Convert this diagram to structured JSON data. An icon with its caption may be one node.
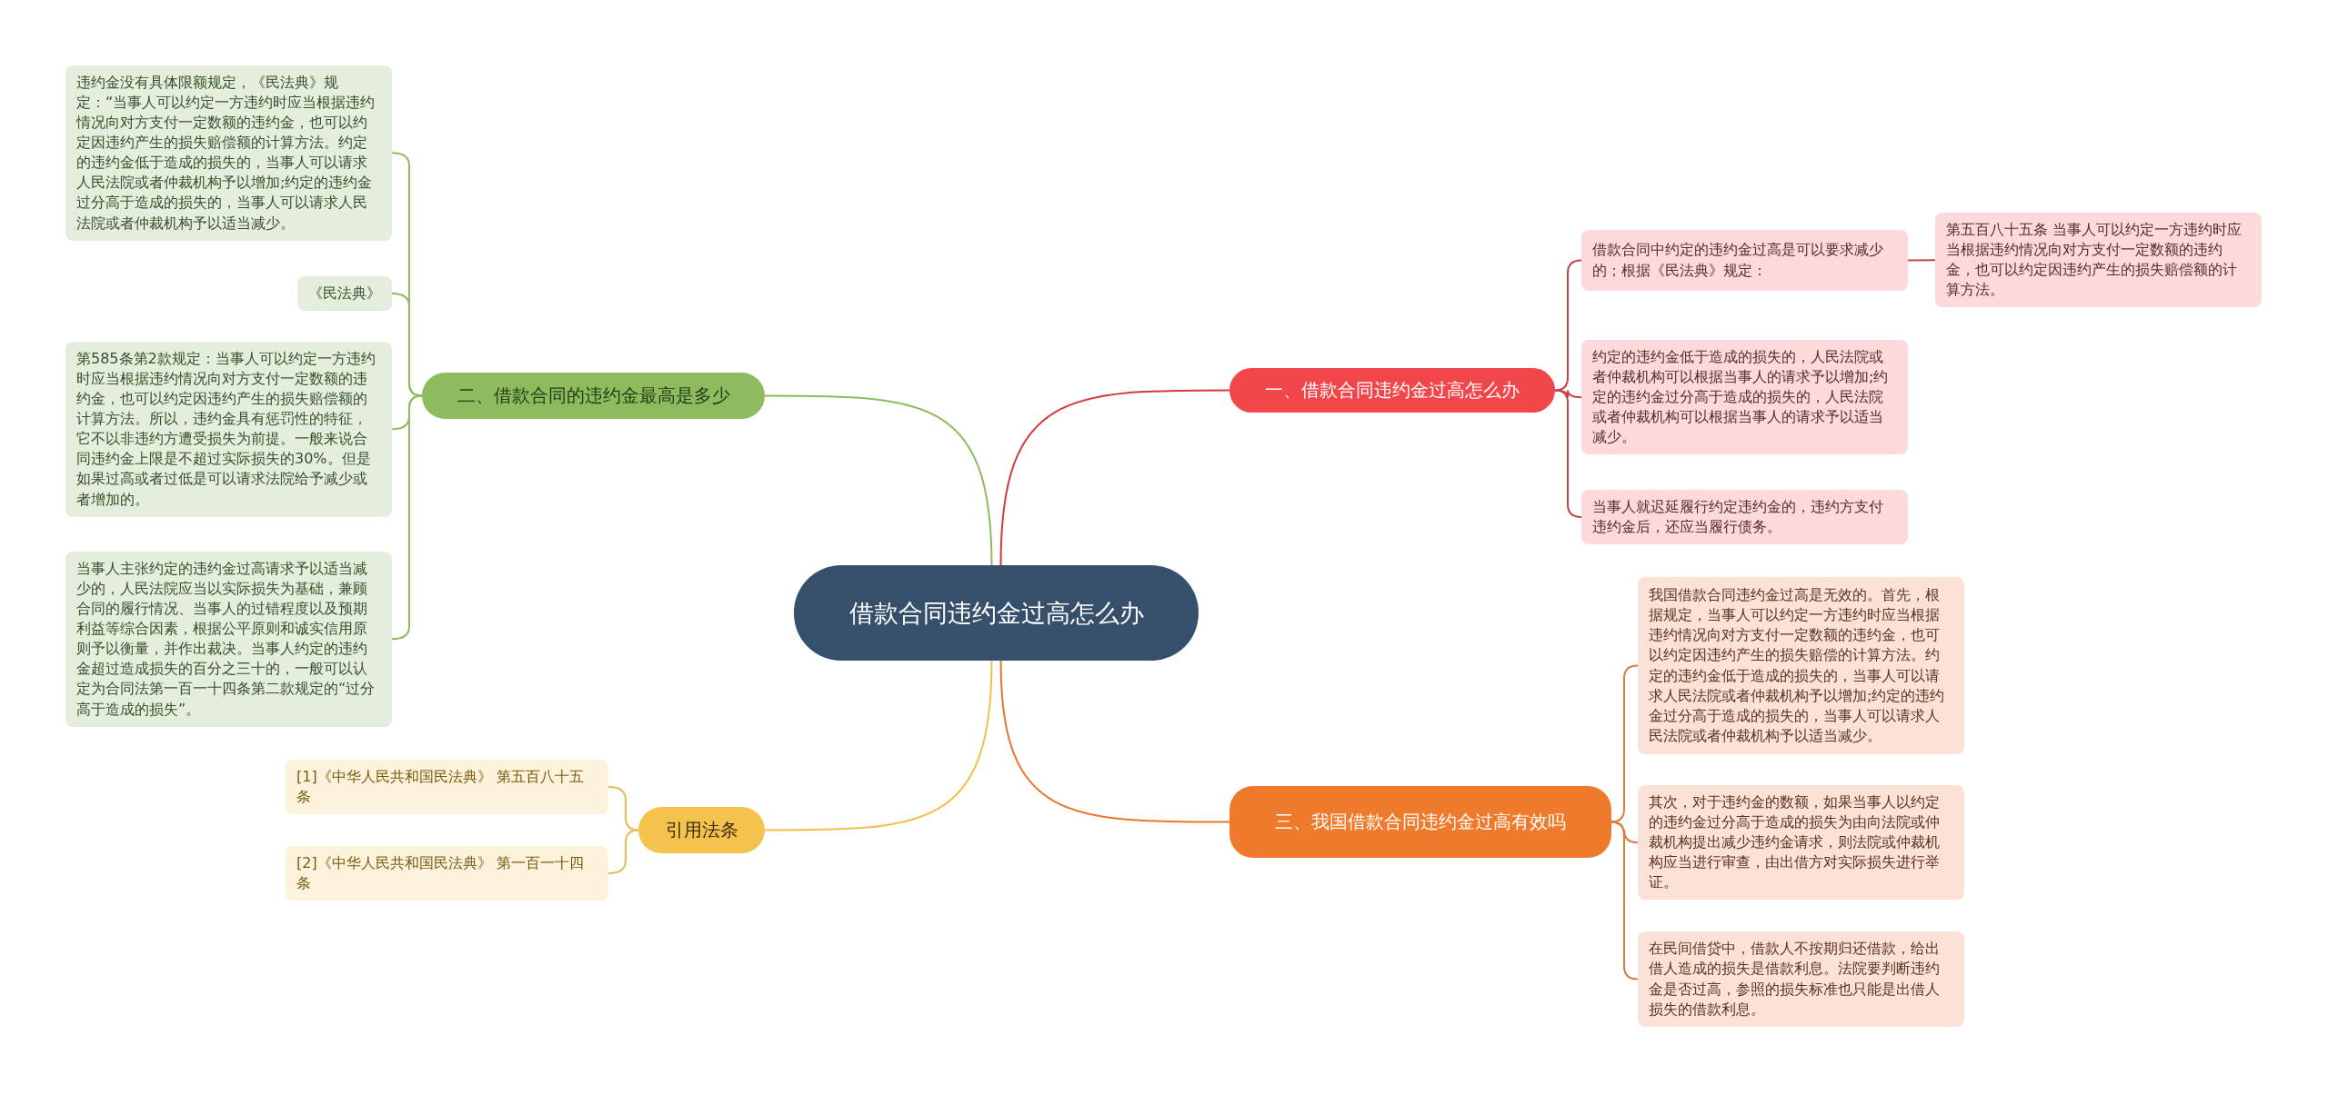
{
  "diagram": {
    "nodes": [
      {
        "text": [
          "借款合同违约金过高怎么办"
        ]
      },
      {
        "text": [
          "一、借款合同违约金过高怎么办"
        ]
      },
      {
        "text": [
          "借款合同中约定的违约金过高是可以要求减少的；根据《民法典》规定："
        ]
      },
      {
        "text": [
          "第五百八十五条 当事人可以约定一方违约时应当根据违约情况向对方支付一定数额的违约金，也可以约定因违约产生的损失赔偿额的计算方法。"
        ]
      },
      {
        "text": [
          "约定的违约金低于造成的损失的，人民法院或者仲裁机构可以根据当事人的请求予以增加;约定的违约金过分高于造成的损失的，人民法院或者仲裁机构可以根据当事人的请求予以适当减少。"
        ]
      },
      {
        "text": [
          "当事人就迟延履行约定违约金的，违约方支付违约金后，还应当履行债务。"
        ]
      },
      {
        "text": [
          "三、我国借款合同违约金过高有效吗"
        ]
      },
      {
        "text": [
          "我国借款合同违约金过高是无效的。首先，根据规定，当事人可以约定一方违约时应当根据违约情况向对方支付一定数额的违约金，也可以约定因违约产生的损失赔偿的计算方法。约定的违约金低于造成的损失的，当事人可以请求人民法院或者仲裁机构予以增加;约定的违约金过分高于造成的损失的，当事人可以请求人民法院或者仲裁机构予以适当减少。"
        ]
      },
      {
        "text": [
          "其次，对于违约金的数额，如果当事人以约定的违约金过分高于造成的损失为由向法院或仲裁机构提出减少违约金请求，则法院或仲裁机构应当进行审查，由出借方对实际损失进行举证。"
        ]
      },
      {
        "text": [
          "在民间借贷中，借款人不按期归还借款，给出借人造成的损失是借款利息。法院要判断违约金是否过高，参照的损失标准也只能是出借人损失的借款利息。"
        ]
      },
      {
        "text": [
          "二、借款合同的违约金最高是多少"
        ]
      },
      {
        "text": [
          "违约金没有具体限额规定，《民法典》规定：“当事人可以约定一方违约时应当根据违约情况向对方支付一定数额的违约金，也可以约定因违约产生的损失赔偿额的计算方法。约定的违约金低于造成的损失的，当事人可以请求人民法院或者仲裁机构予以增加;约定的违约金过分高于造成的损失的，当事人可以请求人民法院或者仲裁机构予以适当减少。"
        ]
      },
      {
        "text": [
          "《民法典》"
        ]
      },
      {
        "text": [
          "第585条第2款规定：当事人可以约定一方违约时应当根据违约情况向对方支付一定数额的违约金，也可以约定因违约产生的损失赔偿额的计算方法。所以，违约金具有惩罚性的特征，它不以非违约方遭受损失为前提。一般来说合同违约金上限是不超过实际损失的30%。但是如果过高或者过低是可以请求法院给予减少或者增加的。"
        ]
      },
      {
        "text": [
          "当事人主张约定的违约金过高请求予以适当减少的，人民法院应当以实际损失为基础，兼顾合同的履行情况、当事人的过错程度以及预期利益等综合因素，根据公平原则和诚实信用原则予以衡量，并作出裁决。当事人约定的违约金超过造成损失的百分之三十的，一般可以认定为合同法第一百一十四条第二款规定的“过分高于造成的损失”。"
        ]
      },
      {
        "text": [
          "引用法条"
        ]
      },
      {
        "text": [
          "[1]《中华人民共和国民法典》 第五百八十五条"
        ]
      },
      {
        "text": [
          "[2]《中华人民共和国民法典》 第一百一十四条"
        ]
      }
    ],
    "edges": [
      {
        "from": 0,
        "to": 1,
        "arrow": "none",
        "color": "#d33b3b"
      },
      {
        "from": 1,
        "to": 2,
        "arrow": "none",
        "color": "#c24545"
      },
      {
        "from": 2,
        "to": 3,
        "arrow": "none",
        "color": "#c24545"
      },
      {
        "from": 1,
        "to": 4,
        "arrow": "none",
        "color": "#c24545"
      },
      {
        "from": 1,
        "to": 5,
        "arrow": "none",
        "color": "#c24545"
      },
      {
        "from": 0,
        "to": 6,
        "arrow": "none",
        "color": "#e8762c"
      },
      {
        "from": 6,
        "to": 7,
        "arrow": "none",
        "color": "#e07a3a"
      },
      {
        "from": 6,
        "to": 8,
        "arrow": "none",
        "color": "#e07a3a"
      },
      {
        "from": 6,
        "to": 9,
        "arrow": "none",
        "color": "#e07a3a"
      },
      {
        "from": 0,
        "to": 10,
        "arrow": "none",
        "color": "#8dbb5e"
      },
      {
        "from": 10,
        "to": 11,
        "arrow": "none",
        "color": "#8dbb5e"
      },
      {
        "from": 10,
        "to": 12,
        "arrow": "none",
        "color": "#8dbb5e"
      },
      {
        "from": 10,
        "to": 13,
        "arrow": "none",
        "color": "#8dbb5e"
      },
      {
        "from": 10,
        "to": 14,
        "arrow": "none",
        "color": "#8dbb5e"
      },
      {
        "from": 0,
        "to": 15,
        "arrow": "none",
        "color": "#f0c04a"
      },
      {
        "from": 15,
        "to": 16,
        "arrow": "none",
        "color": "#e6bb55"
      },
      {
        "from": 15,
        "to": 17,
        "arrow": "none",
        "color": "#e6bb55"
      }
    ]
  }
}
